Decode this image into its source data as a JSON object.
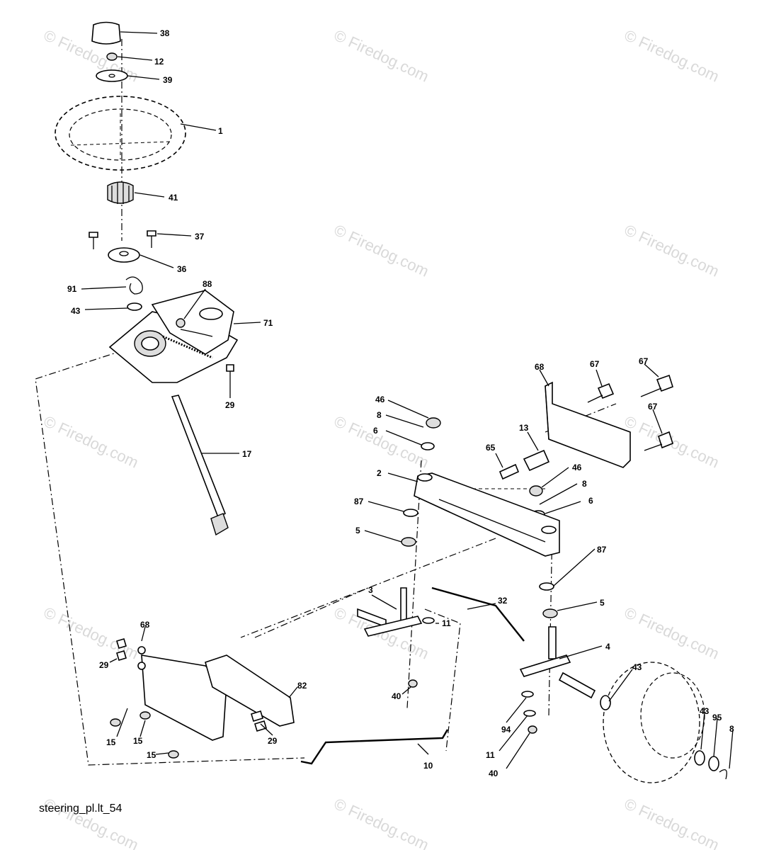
{
  "caption": "steering_pl.lt_54",
  "watermark": "© Firedog.com",
  "callouts": [
    {
      "id": "c38",
      "text": "38"
    },
    {
      "id": "c12",
      "text": "12"
    },
    {
      "id": "c39",
      "text": "39"
    },
    {
      "id": "c1",
      "text": "1"
    },
    {
      "id": "c41",
      "text": "41"
    },
    {
      "id": "c37",
      "text": "37"
    },
    {
      "id": "c36",
      "text": "36"
    },
    {
      "id": "c91",
      "text": "91"
    },
    {
      "id": "c88",
      "text": "88"
    },
    {
      "id": "c43a",
      "text": "43"
    },
    {
      "id": "c71",
      "text": "71"
    },
    {
      "id": "c29a",
      "text": "29"
    },
    {
      "id": "c17",
      "text": "17"
    },
    {
      "id": "c68a",
      "text": "68"
    },
    {
      "id": "c67a",
      "text": "67"
    },
    {
      "id": "c67b",
      "text": "67"
    },
    {
      "id": "c67c",
      "text": "67"
    },
    {
      "id": "c46a",
      "text": "46"
    },
    {
      "id": "c8a",
      "text": "8"
    },
    {
      "id": "c6a",
      "text": "6"
    },
    {
      "id": "c13",
      "text": "13"
    },
    {
      "id": "c65",
      "text": "65"
    },
    {
      "id": "c2",
      "text": "2"
    },
    {
      "id": "c46b",
      "text": "46"
    },
    {
      "id": "c8b",
      "text": "8"
    },
    {
      "id": "c6b",
      "text": "6"
    },
    {
      "id": "c87a",
      "text": "87"
    },
    {
      "id": "c5a",
      "text": "5"
    },
    {
      "id": "c87b",
      "text": "87"
    },
    {
      "id": "c3",
      "text": "3"
    },
    {
      "id": "c32",
      "text": "32"
    },
    {
      "id": "c5b",
      "text": "5"
    },
    {
      "id": "c11a",
      "text": "11"
    },
    {
      "id": "c4",
      "text": "4"
    },
    {
      "id": "c68b",
      "text": "68"
    },
    {
      "id": "c29b",
      "text": "29"
    },
    {
      "id": "c43b",
      "text": "43"
    },
    {
      "id": "c82",
      "text": "82"
    },
    {
      "id": "c40a",
      "text": "40"
    },
    {
      "id": "c43c",
      "text": "43"
    },
    {
      "id": "c95",
      "text": "95"
    },
    {
      "id": "c8c",
      "text": "8"
    },
    {
      "id": "c94",
      "text": "94"
    },
    {
      "id": "c15a",
      "text": "15"
    },
    {
      "id": "c15b",
      "text": "15"
    },
    {
      "id": "c29c",
      "text": "29"
    },
    {
      "id": "c11b",
      "text": "11"
    },
    {
      "id": "c15c",
      "text": "15"
    },
    {
      "id": "c10",
      "text": "10"
    },
    {
      "id": "c40b",
      "text": "40"
    }
  ]
}
